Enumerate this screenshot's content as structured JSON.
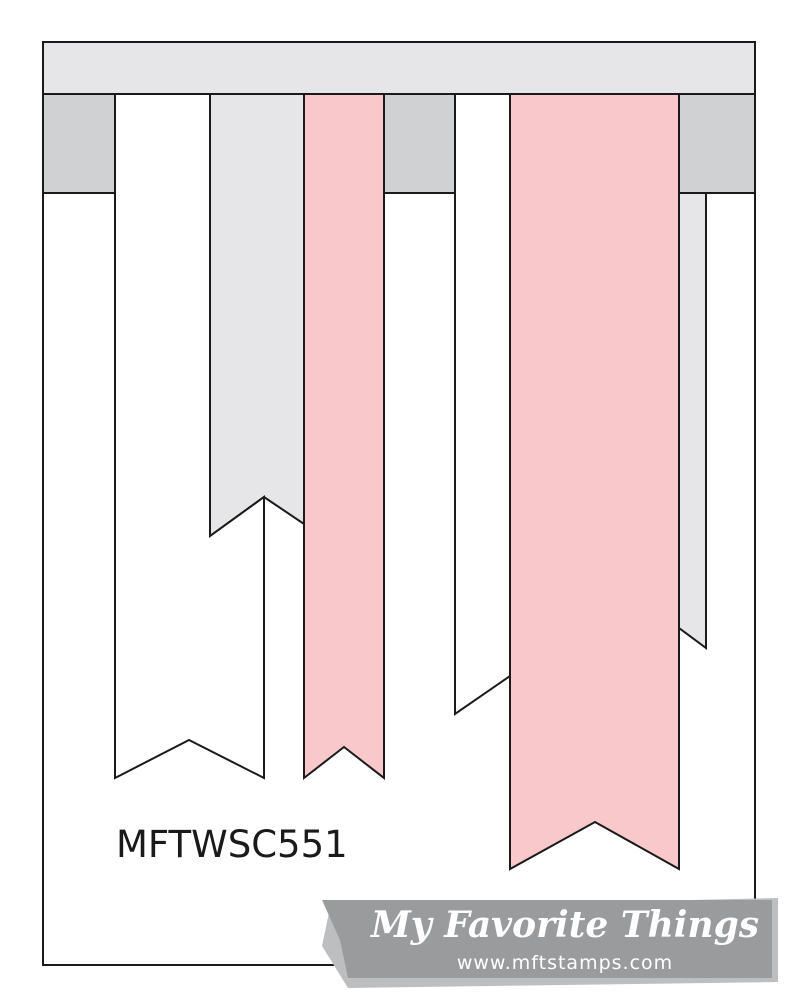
{
  "sketch": {
    "code": "MFTWSC551",
    "colors": {
      "outline": "#1a1a1a",
      "light_gray": "#e6e6e8",
      "mid_gray": "#d0d1d3",
      "pink": "#f8c8cb",
      "white": "#ffffff"
    }
  },
  "brand": {
    "name": "My Favorite Things",
    "url": "www.mftstamps.com",
    "banner_color": "#9a9b9d"
  }
}
